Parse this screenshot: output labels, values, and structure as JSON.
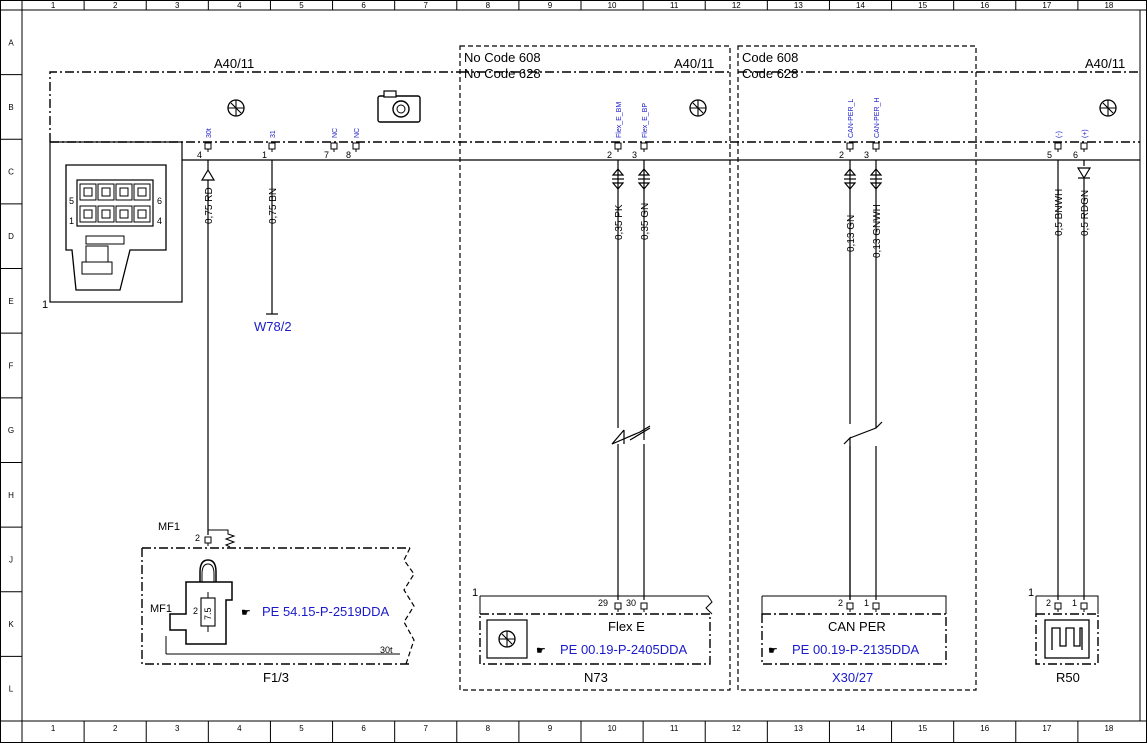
{
  "ruler": {
    "columns": [
      "1",
      "2",
      "3",
      "4",
      "5",
      "6",
      "7",
      "8",
      "9",
      "10",
      "11",
      "12",
      "13",
      "14",
      "15",
      "16",
      "17",
      "18"
    ],
    "rows": [
      "A",
      "B",
      "C",
      "D",
      "E",
      "F",
      "G",
      "H",
      "J",
      "K",
      "L"
    ]
  },
  "modules": {
    "a40_left": "A40/11",
    "a40_mid": "A40/11",
    "a40_right": "A40/11"
  },
  "codes": {
    "no_608": "No Code 608",
    "no_628": "No Code 628",
    "c_608": "Code 608",
    "c_628": "Code 628"
  },
  "connector": {
    "number": "1",
    "pin_5": "5",
    "pin_6": "6",
    "pin_1": "1",
    "pin_4": "4"
  },
  "signals": {
    "s30t": "30t",
    "s31": "31",
    "nc1": "NC",
    "nc2": "NC",
    "flex_bm": "Flex_E_BM",
    "flex_bp": "Flex_E_BP",
    "can_l": "CAN-PER_L",
    "can_h": "CAN-PER_H",
    "minus": "(-)",
    "plus": "(+)"
  },
  "pins": {
    "p4": "4",
    "p1": "1",
    "p7": "7",
    "p8": "8",
    "p2a": "2",
    "p3a": "3",
    "p2b": "2",
    "p3b": "3",
    "p5": "5",
    "p6": "6",
    "mf1_pin": "2",
    "f13_pin": "2",
    "n73_29": "29",
    "n73_30": "30",
    "can_2": "2",
    "can_1": "1",
    "r50_2": "2",
    "r50_1": "1",
    "n73_num": "1",
    "r50_num": "1",
    "f13_inner": "7.5",
    "bus_30t": "30t"
  },
  "wires": {
    "w1": "0,75 RD",
    "w2": "0,75 BN",
    "w3": "0,35 PK",
    "w4": "0,35 GN",
    "w5": "0,13 GN",
    "w6": "0,13 GNWH",
    "w7": "0,5 BNWH",
    "w8": "0,5 RDGN"
  },
  "components": {
    "w78": "W78/2",
    "mf1_top": "MF1",
    "mf1_side": "MF1",
    "f13": "F1/3",
    "f13_ref": "PE 54.15-P-2519DDA",
    "flex_e": "Flex E",
    "flex_ref": "PE 00.19-P-2405DDA",
    "n73": "N73",
    "can_per": "CAN PER",
    "can_ref": "PE 00.19-P-2135DDA",
    "x30": "X30/27",
    "r50": "R50"
  }
}
